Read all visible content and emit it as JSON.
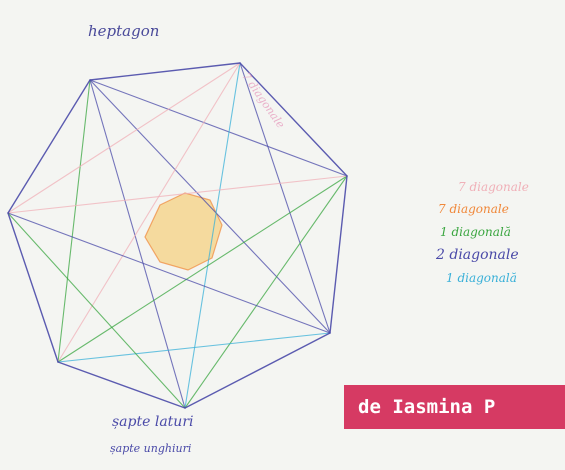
{
  "drawing": {
    "title_word": "heptagon",
    "vertical_note": "7 diagonale",
    "caption_sides": "șapte laturi",
    "caption_angles": "șapte unghiuri"
  },
  "legend": {
    "items": [
      {
        "label": "7 diagonale",
        "color": "#f0b0b8"
      },
      {
        "label": "7 diagonale",
        "color": "#f0883a"
      },
      {
        "label": "1 diagonală",
        "color": "#3aa640"
      },
      {
        "label": "2 diagonale",
        "color": "#4a4aa8"
      },
      {
        "label": "1 diagonală",
        "color": "#3ab0d8"
      }
    ]
  },
  "banner": {
    "text": "de Iasmina P",
    "color": "#d63a63"
  },
  "colors": {
    "background": "#f4f5f2",
    "outline": "#4a4aa8",
    "center_fill": "#f6c35a"
  }
}
